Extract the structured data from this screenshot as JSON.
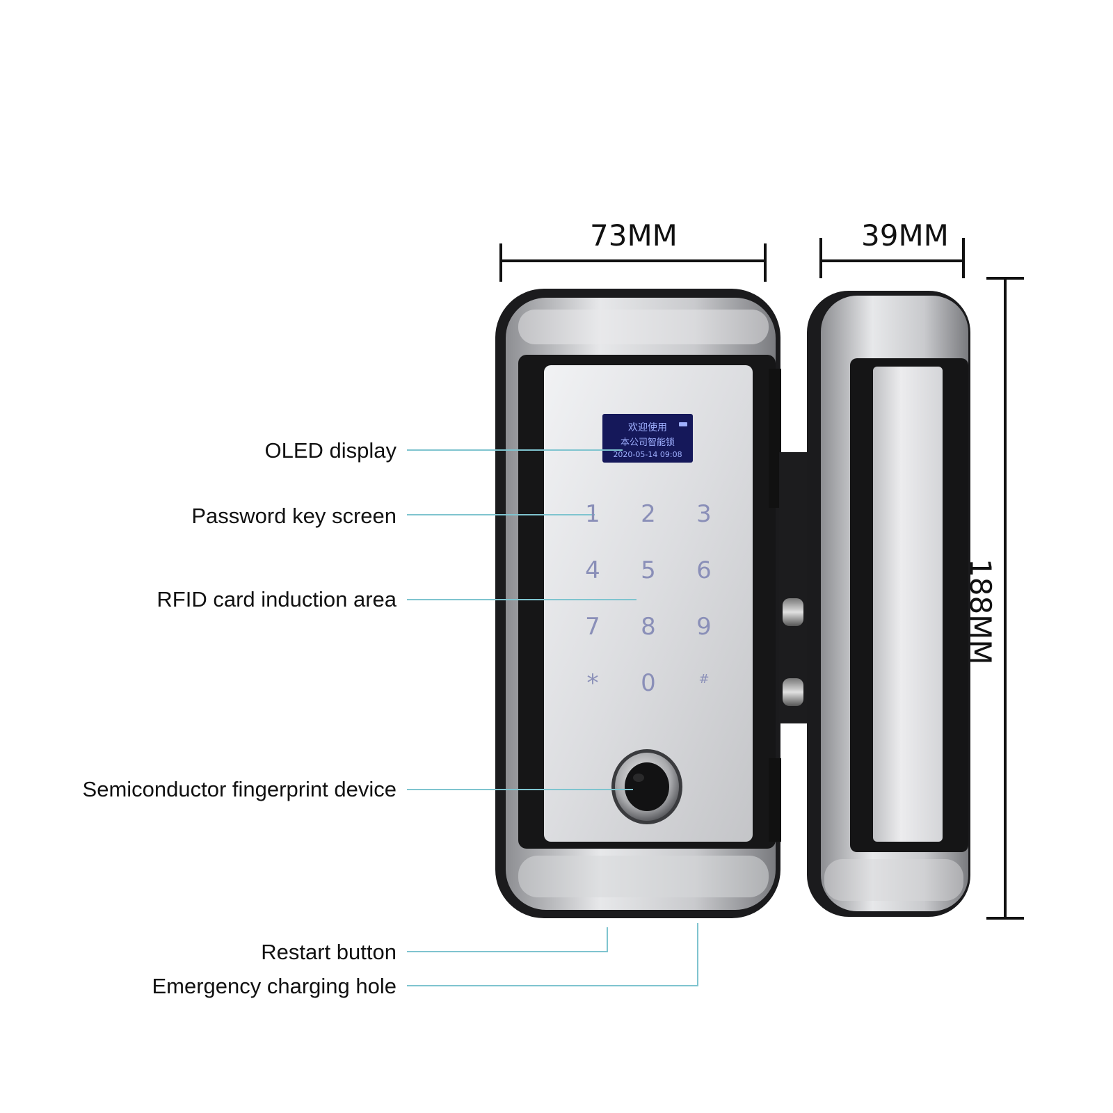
{
  "dimensions": {
    "width_label": "73MM",
    "depth_label": "39MM",
    "height_label": "188MM"
  },
  "callouts": [
    {
      "id": "oled",
      "text": "OLED display"
    },
    {
      "id": "keys",
      "text": "Password key screen"
    },
    {
      "id": "rfid",
      "text": "RFID card induction area"
    },
    {
      "id": "finger",
      "text": "Semiconductor fingerprint device"
    },
    {
      "id": "restart",
      "text": "Restart button"
    },
    {
      "id": "charging",
      "text": "Emergency charging hole"
    }
  ],
  "keypad": {
    "keys": [
      "1",
      "2",
      "3",
      "4",
      "5",
      "6",
      "7",
      "8",
      "9",
      "*",
      "0",
      "#"
    ]
  },
  "oled_screen": {
    "line1": "欢迎使用",
    "line2": "本公司智能锁",
    "line3": "2020-05-14 09:08"
  },
  "colors": {
    "callout_line": "#7fc4cf",
    "frame_dark": "#1b1b1d",
    "panel_silver": "#d9dadc",
    "key_text": "#8a8fb8",
    "oled_text": "#9fb0ff"
  }
}
